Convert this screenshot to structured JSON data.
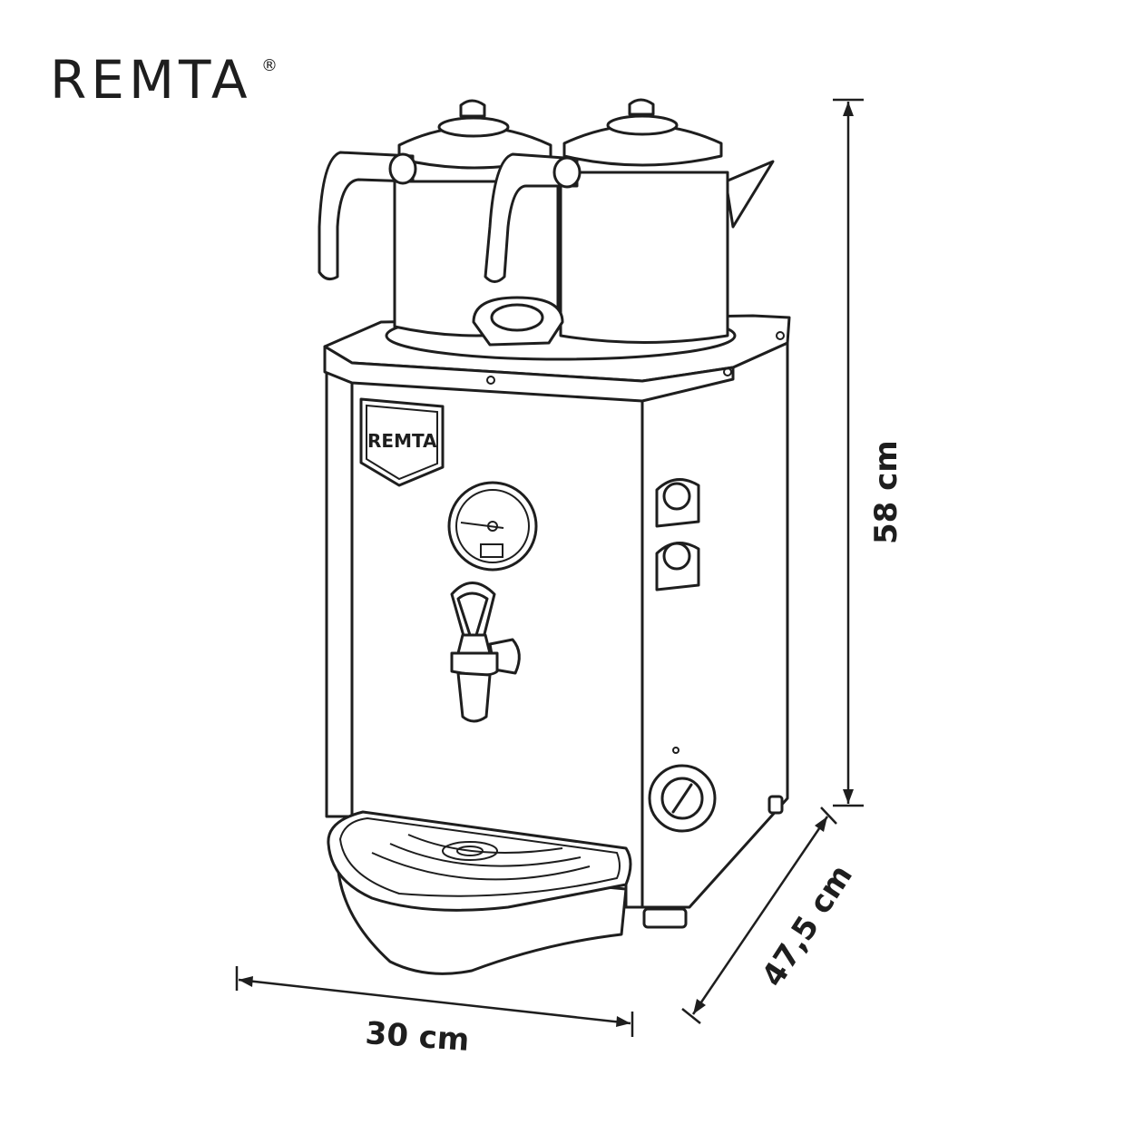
{
  "brand": {
    "name": "REMTA",
    "registered_mark": "®"
  },
  "front_badge": {
    "text": "REMTA"
  },
  "dimensions": {
    "height": "58 cm",
    "depth": "47,5 cm",
    "width": "30 cm"
  },
  "colors": {
    "line": "#1e1e1e",
    "background": "#ffffff"
  }
}
